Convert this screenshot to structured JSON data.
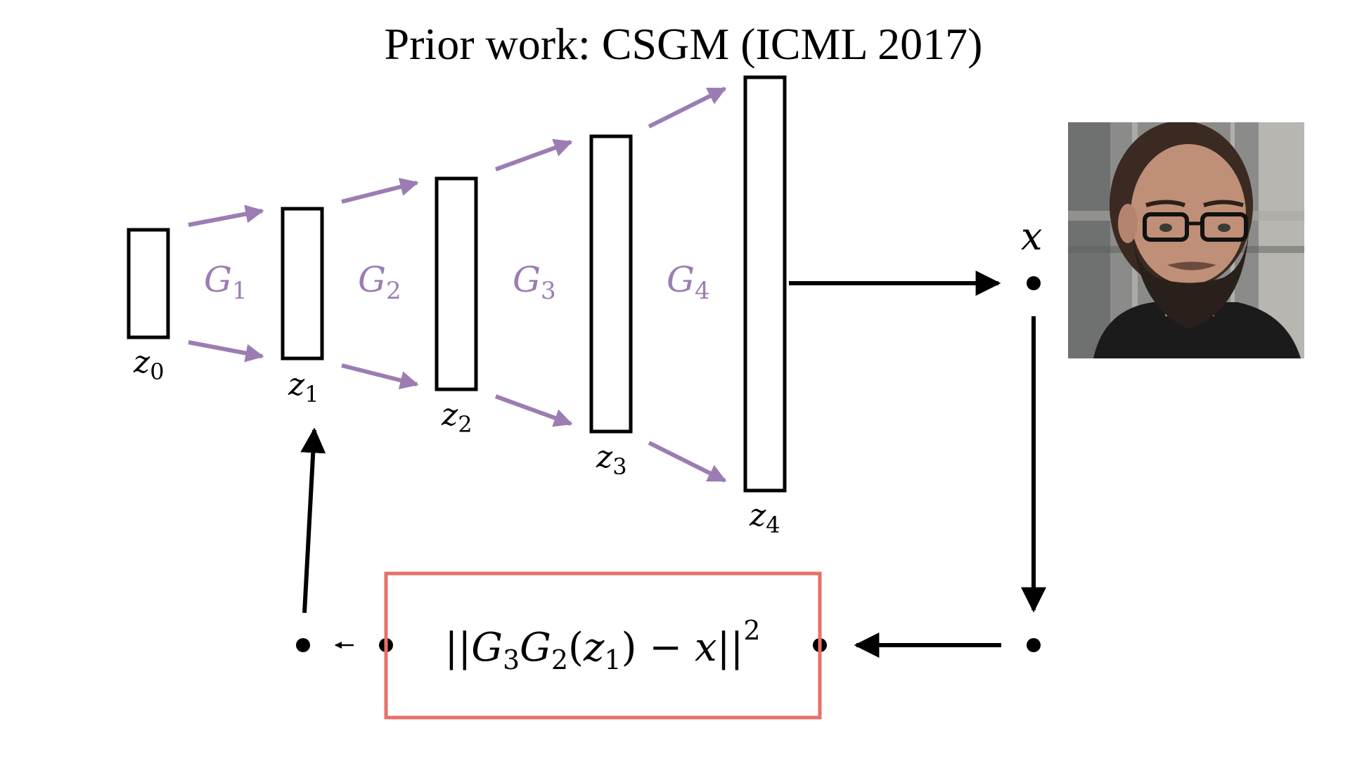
{
  "title": "Prior work: CSGM (ICML 2017)",
  "colors": {
    "ink": "#000000",
    "generator_arrow": "#9b7db3",
    "generator_label": "#9b7db3",
    "loss_box_border": "#e8706a",
    "photo_bg": "#8b8c8a"
  },
  "layers": [
    {
      "var": "z",
      "sub": "0"
    },
    {
      "var": "z",
      "sub": "1"
    },
    {
      "var": "z",
      "sub": "2"
    },
    {
      "var": "z",
      "sub": "3"
    },
    {
      "var": "z",
      "sub": "4"
    }
  ],
  "generators": [
    {
      "var": "G",
      "sub": "1"
    },
    {
      "var": "G",
      "sub": "2"
    },
    {
      "var": "G",
      "sub": "3"
    },
    {
      "var": "G",
      "sub": "4"
    }
  ],
  "output_label": "x",
  "loss": {
    "open": "||",
    "g_a": "G",
    "g_a_sub": "3",
    "g_b": "G",
    "g_b_sub": "2",
    "lparen": "(",
    "z": "z",
    "z_sub": "1",
    "rparen": ")",
    "minus": " − ",
    "x": "x",
    "close": "||",
    "power": "2"
  },
  "photo": {
    "icon": "person-photo"
  }
}
